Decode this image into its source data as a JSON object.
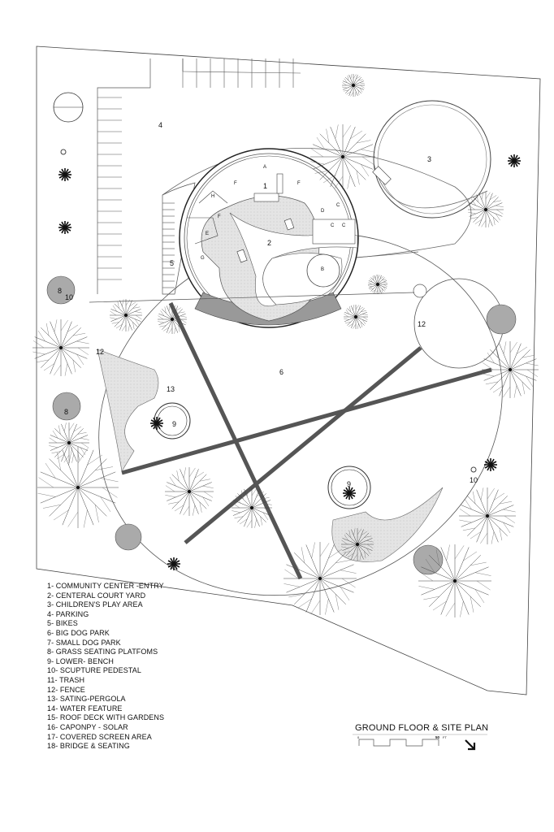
{
  "drawing": {
    "title": "GROUND FLOOR & SITE PLAN",
    "scale": {
      "start_label": "0",
      "end_label": "50",
      "unit": "FT"
    },
    "north_arrow_icon": "arrow-down-right-icon",
    "labels": {
      "n1": "1",
      "n2": "2",
      "n3": "3",
      "n4": "4",
      "n5": "5",
      "n6": "6",
      "n8a": "8",
      "n8b": "8",
      "n9a": "9",
      "n9b": "9",
      "n10a": "10",
      "n10b": "10",
      "n12a": "12",
      "n12b": "12",
      "n13": "13",
      "A": "A",
      "B": "B",
      "C1": "C",
      "C2": "C",
      "C3": "C",
      "D": "D",
      "E": "E",
      "F1": "F",
      "F2": "F",
      "F3": "F",
      "G": "G",
      "H": "H"
    }
  },
  "legend": [
    "1- COMMUNITY CENTER -ENTRY",
    "2- CENTERAL COURT YARD",
    "3- CHILDREN'S PLAY AREA",
    "4- PARKING",
    "5- BIKES",
    "6- BIG DOG PARK",
    "7- SMALL DOG PARK",
    "8- GRASS SEATING PLATFOMS",
    "9- LOWER- BENCH",
    "10- SCUPTURE PEDESTAL",
    "11- TRASH",
    "12- FENCE",
    "13- SATING-PERGOLA",
    "14- WATER FEATURE",
    "15- ROOF DECK WITH GARDENS",
    "16- CAPONPY - SOLAR",
    "17- COVERED SCREEN AREA",
    "18- BRIDGE & SEATING"
  ]
}
